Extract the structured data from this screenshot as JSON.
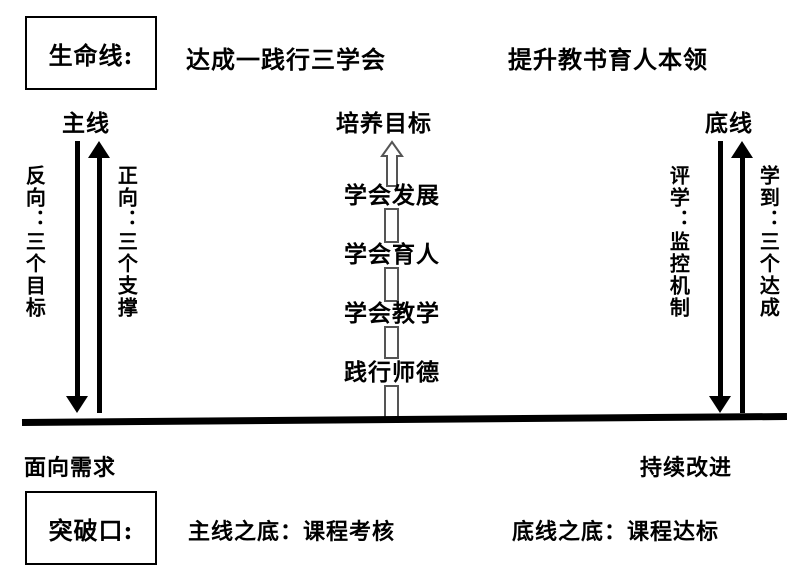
{
  "diagram": {
    "title_boxes": {
      "lifeline": "生命线:",
      "breakthrough": "突破口:"
    },
    "top_headings": {
      "center": "达成一践行三学会",
      "right": "提升教书育人本领"
    },
    "columns": {
      "left": {
        "title": "主线",
        "down_label": "反向：三个目标",
        "up_label": "正向：三个支撑"
      },
      "center": {
        "title": "培养目标",
        "steps": [
          "学会发展",
          "学会育人",
          "学会教学",
          "践行师德"
        ]
      },
      "right": {
        "title": "底线",
        "down_label": "评学：监控机制",
        "up_label": "学到：三个达成"
      }
    },
    "bottom": {
      "left_note": "面向需求",
      "right_note": "持续改进",
      "footer_center": "主线之底：课程考核",
      "footer_right": "底线之底：课程达标"
    },
    "colors": {
      "ink": "#000000",
      "background": "#ffffff",
      "outline_gray": "#555555"
    }
  }
}
